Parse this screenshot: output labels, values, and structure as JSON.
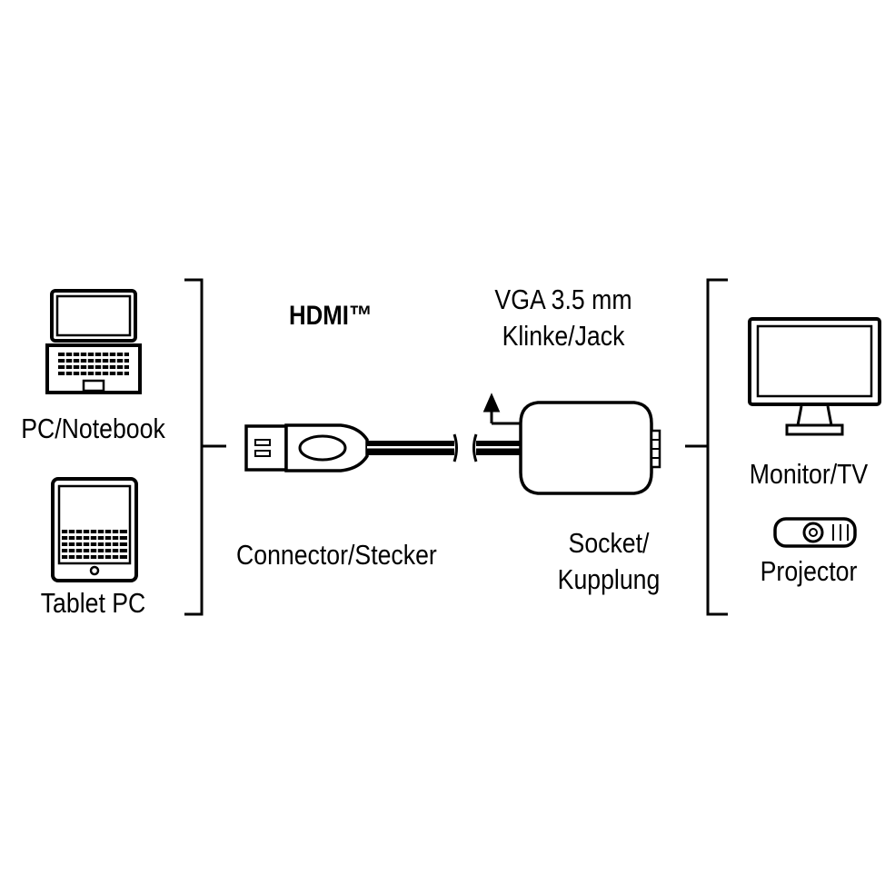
{
  "source": {
    "devices": [
      {
        "label": "PC/Notebook",
        "icon": "laptop-icon"
      },
      {
        "label": "Tablet PC",
        "icon": "tablet-icon"
      }
    ]
  },
  "cable": {
    "connector_type": "HDMI™",
    "connector_label": "Connector/Stecker",
    "adapter_outputs": [
      "VGA 3.5 mm",
      "Klinke/Jack"
    ],
    "adapter_label": [
      "Socket/",
      "Kupplung"
    ]
  },
  "target": {
    "devices": [
      {
        "label": "Monitor/TV",
        "icon": "monitor-icon"
      },
      {
        "label": "Projector",
        "icon": "projector-icon"
      }
    ]
  },
  "colors": {
    "ink": "#000000",
    "background": "#ffffff"
  }
}
